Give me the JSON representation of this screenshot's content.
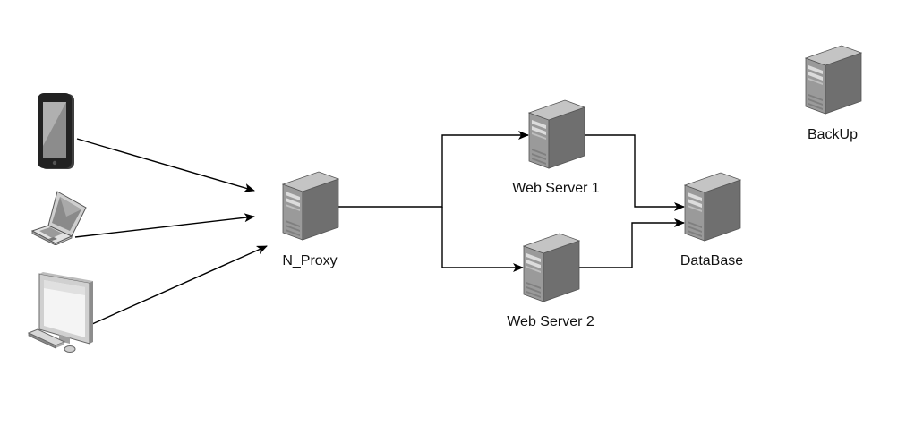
{
  "nodes": {
    "tablet": {
      "icon": "tablet-icon"
    },
    "laptop": {
      "icon": "laptop-icon"
    },
    "desktop": {
      "icon": "desktop-computer-icon"
    },
    "proxy": {
      "icon": "server-icon",
      "label": "N_Proxy"
    },
    "web1": {
      "icon": "server-icon",
      "label": "Web Server 1"
    },
    "web2": {
      "icon": "server-icon",
      "label": "Web Server 2"
    },
    "database": {
      "icon": "server-icon",
      "label": "DataBase"
    },
    "backup": {
      "icon": "server-icon",
      "label": "BackUp"
    }
  },
  "connections": [
    {
      "from": "tablet",
      "to": "proxy"
    },
    {
      "from": "laptop",
      "to": "proxy"
    },
    {
      "from": "desktop",
      "to": "proxy"
    },
    {
      "from": "proxy",
      "to": "web1"
    },
    {
      "from": "proxy",
      "to": "web2"
    },
    {
      "from": "web1",
      "to": "database"
    },
    {
      "from": "web2",
      "to": "database"
    }
  ],
  "colors": {
    "edge": "#000000",
    "server_front": "#9a9a9a",
    "server_side": "#6f6f6f",
    "server_top": "#c4c4c4"
  }
}
